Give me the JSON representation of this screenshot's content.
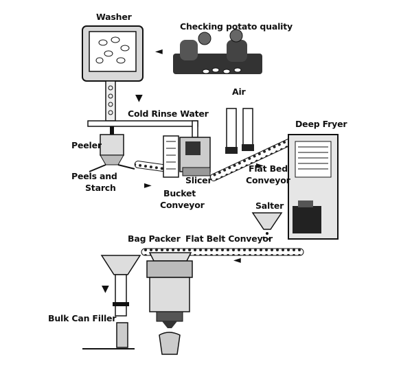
{
  "labels": {
    "washer": "Washer",
    "checking": "Checking potato quality",
    "air": "Air",
    "cold_rinse": "Cold Rinse Water",
    "deep_fryer": "Deep Fryer",
    "peeler": "Peeler",
    "peels_line1": "Peels and",
    "peels_line2": "Starch",
    "slicer": "Slicer",
    "flat_bed_line1": "Flat Bed",
    "flat_bed_line2": "Conveyor",
    "bucket_line1": "Bucket",
    "bucket_line2": "Conveyor",
    "salter": "Salter",
    "bag_packer": "Bag Packer",
    "flat_belt": "Flat Belt Conveyor",
    "bulk_can": "Bulk Can Filler"
  },
  "icons": {
    "arrow_left": "◄",
    "arrow_right": "►",
    "arrow_down": "▼"
  }
}
